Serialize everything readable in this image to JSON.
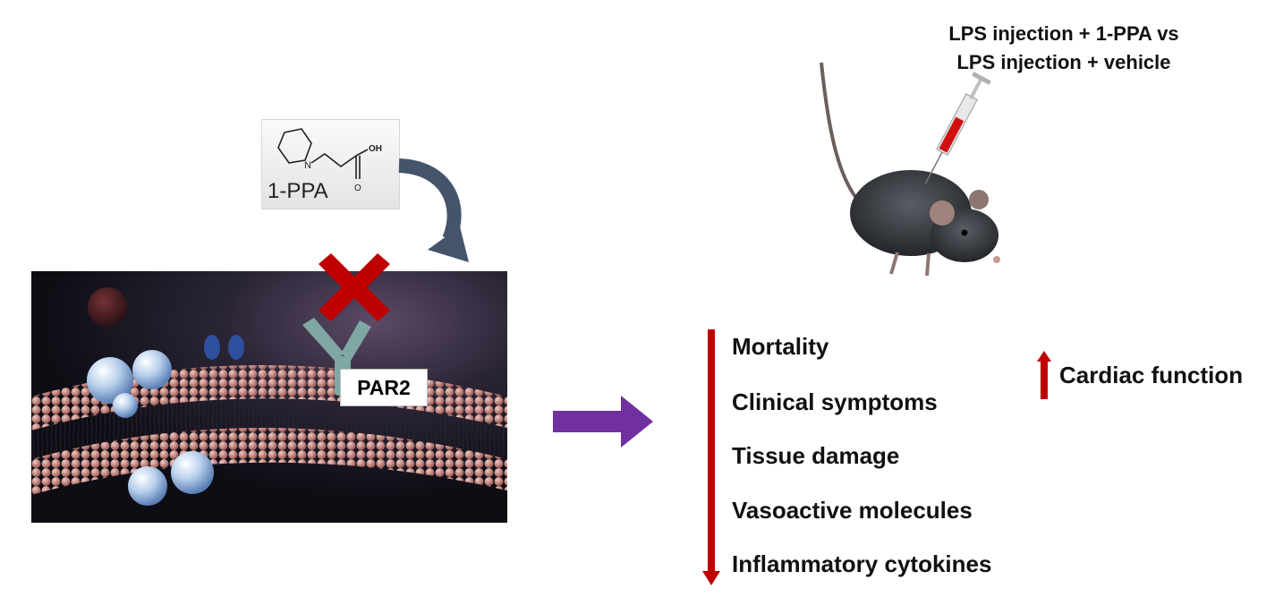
{
  "molecule": {
    "label": "1-PPA",
    "atom_n": "N",
    "atom_oh": "OH",
    "atom_o": "O"
  },
  "receptor": {
    "label": "PAR2"
  },
  "treatment": {
    "line1": "LPS injection + 1-PPA vs",
    "line2": "LPS injection + vehicle"
  },
  "decreased_outcomes": [
    "Mortality",
    "Clinical symptoms",
    "Tissue damage",
    "Vasoactive molecules",
    "Inflammatory cytokines"
  ],
  "increased_outcome": "Cardiac function",
  "colors": {
    "down_arrow": "#c00000",
    "up_arrow": "#c00000",
    "result_arrow": "#7030a0",
    "block_cross": "#c00000",
    "curved_arrow": "#44546a"
  }
}
